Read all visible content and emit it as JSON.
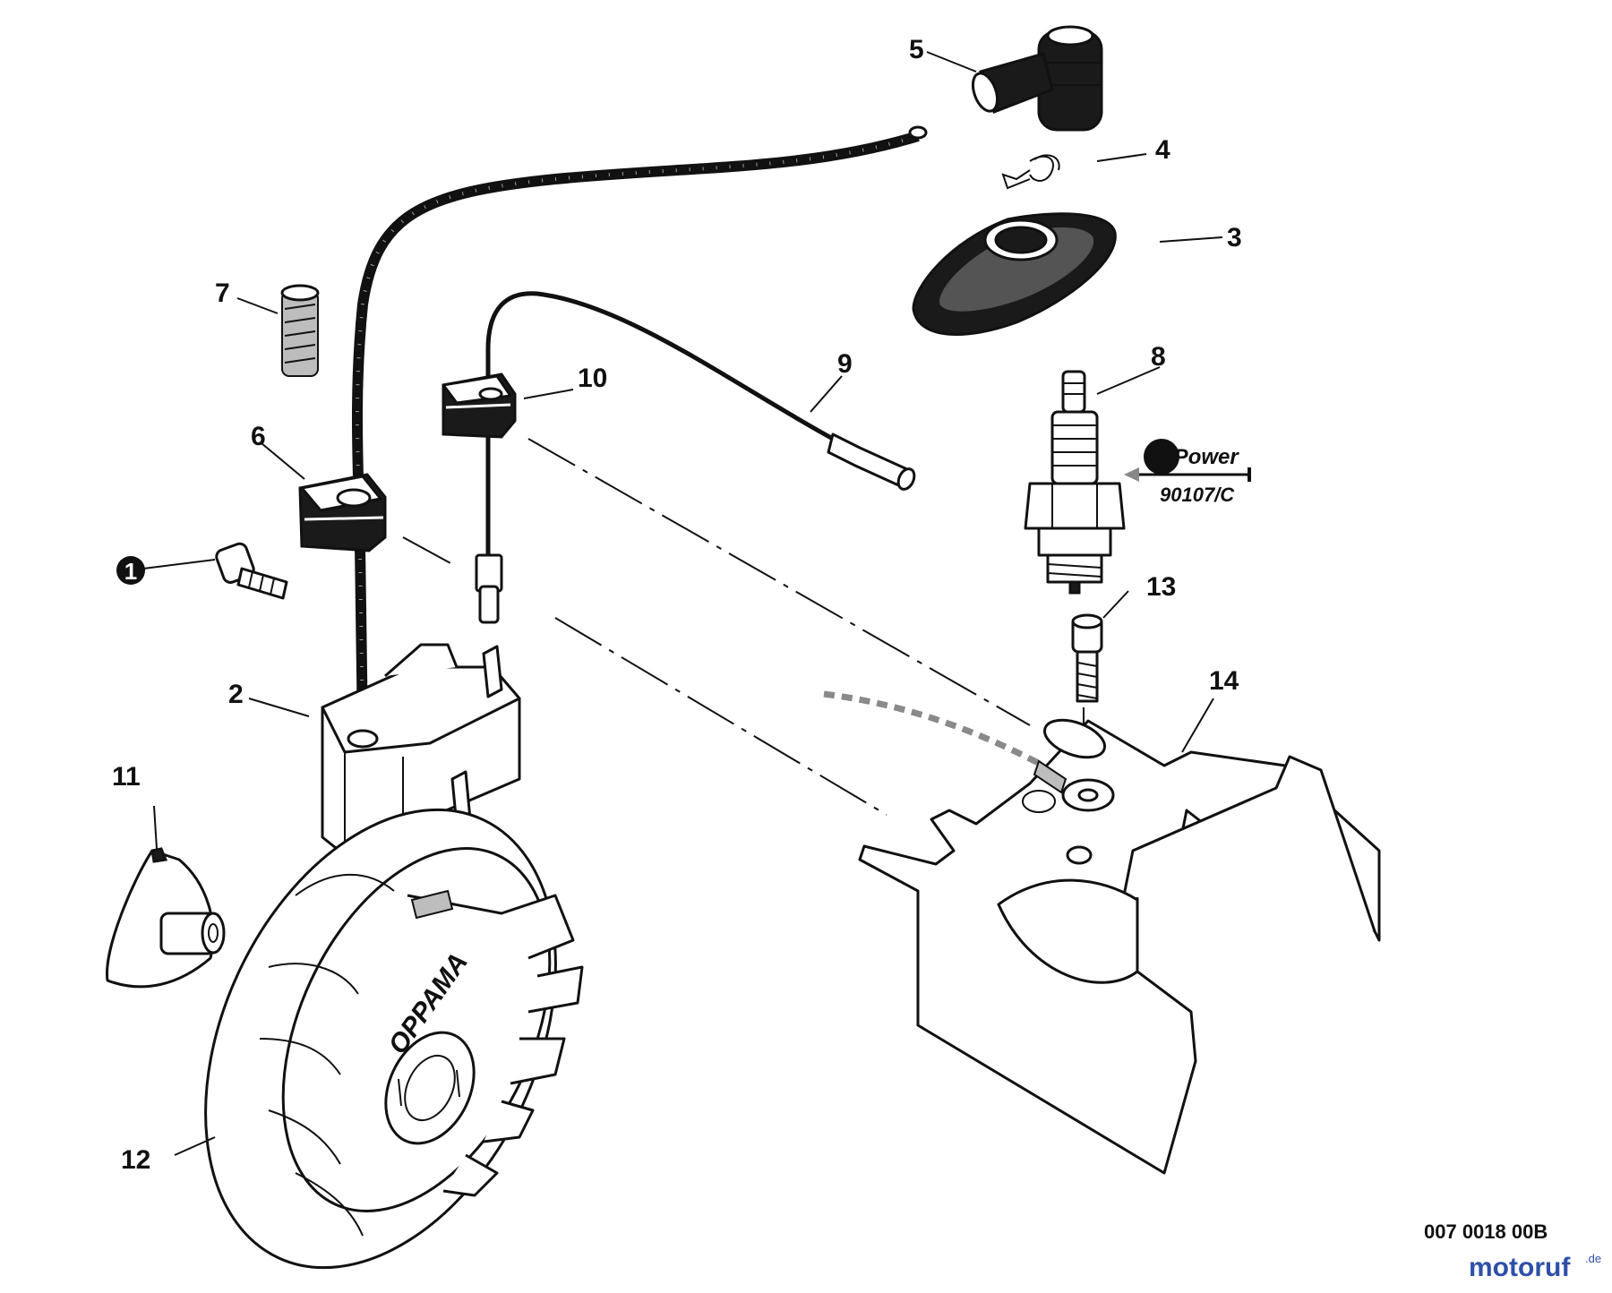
{
  "callouts": {
    "c1": "1",
    "c2": "2",
    "c3": "3",
    "c4": "4",
    "c5": "5",
    "c6": "6",
    "c7": "7",
    "c8": "8",
    "c9": "9",
    "c10": "10",
    "c11": "11",
    "c12": "12",
    "c13": "13",
    "c14": "14"
  },
  "repower": {
    "brand": "RePower",
    "code": "90107/C"
  },
  "flywheel_brand": "OPPAMA",
  "document_number": "007 0018 00B",
  "watermark": {
    "name": "motoruf",
    "suffix": ".de"
  }
}
